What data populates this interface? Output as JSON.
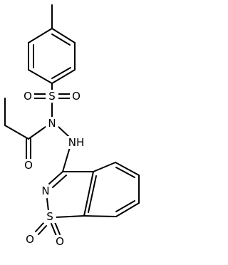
{
  "molecule": {
    "atoms": {
      "sulfonyl_S": "S",
      "sulfonyl_O_left": "O",
      "sulfonyl_O_right": "O",
      "hydrazide_N": "N",
      "amine_NH": "NH",
      "carbonyl_O": "O",
      "ring_N": "N",
      "ring_S": "S",
      "ring_S_O_left": "O",
      "ring_S_O_right": "O"
    }
  }
}
